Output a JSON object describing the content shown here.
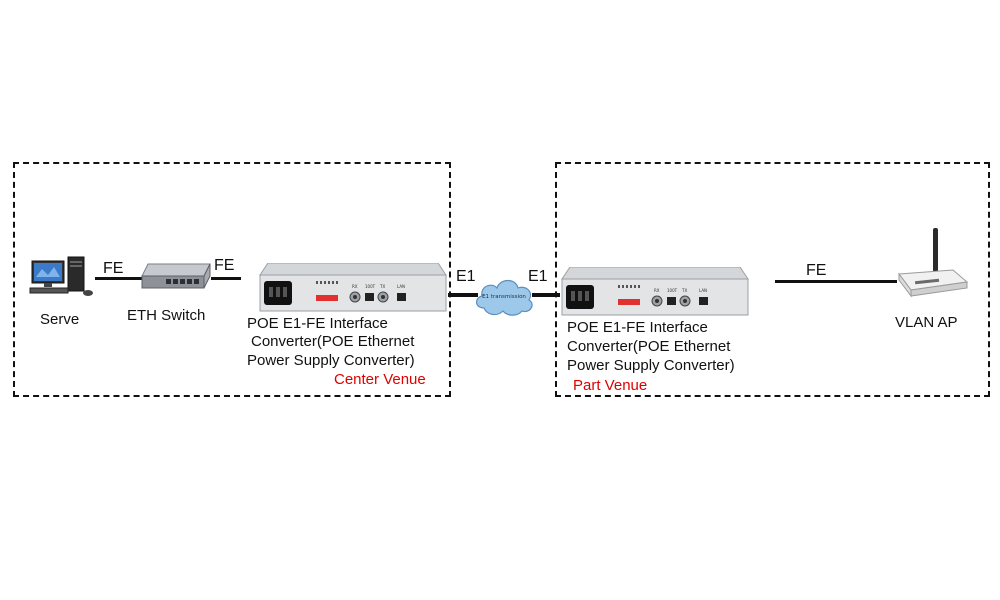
{
  "devices": {
    "server": {
      "label": "Serve",
      "icon": "server-computer-icon"
    },
    "switch": {
      "label": "ETH Switch",
      "icon": "ethernet-switch-icon"
    },
    "converter_center": {
      "line1": "POE E1-FE Interface",
      "line2": "Converter(POE Ethernet",
      "line3": "Power Supply Converter)",
      "icon": "e1-converter-icon"
    },
    "converter_part": {
      "line1": "POE E1-FE Interface",
      "line2": "Converter(POE Ethernet",
      "line3": "Power Supply Converter)",
      "icon": "e1-converter-icon"
    },
    "ap": {
      "label": "VLAN AP",
      "icon": "wireless-router-icon"
    }
  },
  "links": {
    "server_switch": "FE",
    "switch_converter": "FE",
    "converter_cloud_left": "E1",
    "cloud_converter_right": "E1",
    "converter_ap": "FE"
  },
  "cloud": {
    "label": "E1 transmission",
    "icon": "cloud-icon"
  },
  "venues": {
    "center": "Center Venue",
    "part": "Part Venue"
  },
  "panel_labels": {
    "rx": "RX",
    "tx": "TX",
    "lan": "LAN",
    "mid": "100T"
  },
  "colors": {
    "venue_text": "#e00000",
    "line": "#111111",
    "cloud": "#9ec8ea"
  }
}
